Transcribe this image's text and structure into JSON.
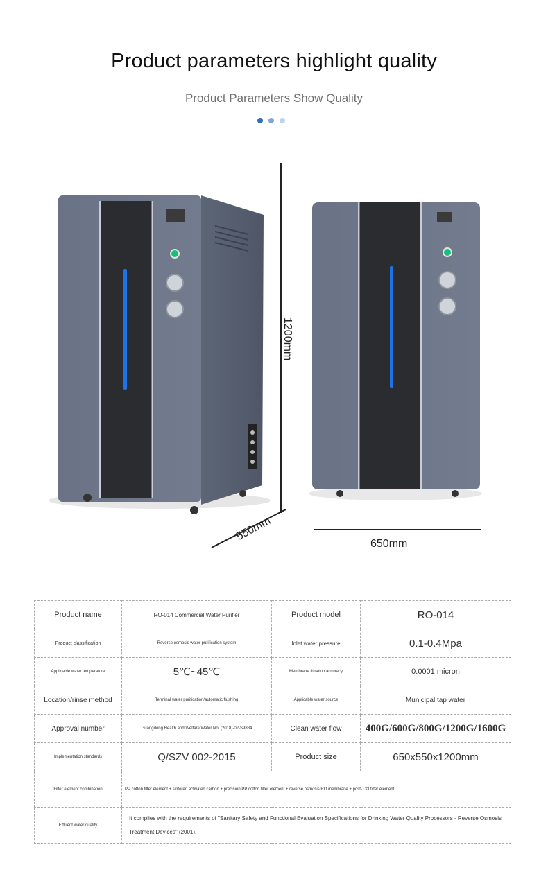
{
  "header": {
    "title": "Product parameters highlight quality",
    "subtitle": "Product Parameters Show Quality",
    "dot_colors": [
      "#2f6fbf",
      "#7fa7d9",
      "#bcd2ee"
    ]
  },
  "dimensions": {
    "height": "1200mm",
    "depth": "550mm",
    "width": "650mm"
  },
  "colors": {
    "cabinet": "#6e7788",
    "panel": "#2b2c30",
    "indicator": "#1e73e6",
    "highlight": "#d1121b"
  },
  "spec_table": {
    "rows": [
      [
        "Product name",
        "RO-014 Commercial Water Purifier",
        "Product model",
        "RO-014"
      ],
      [
        "Product classification",
        "Reverse osmosis water purification system",
        "Inlet water pressure",
        "0.1-0.4Mpa"
      ],
      [
        "Applicable water temperature",
        "5℃~45℃",
        "Membrane filtration accuracy",
        "0.0001 micron"
      ],
      [
        "Location/rinse method",
        "Terminal water purification/automatic flushing",
        "Applicable water source",
        "Municipal tap water"
      ],
      [
        "Approval number",
        "Guangdong Health and Welfare Water No. (2018)-02-S9884",
        "Clean water flow",
        "400G/600G/800G/1200G/1600G"
      ],
      [
        "Implementation standards",
        "Q/SZV 002-2015",
        "Product size",
        "650x550x1200mm"
      ]
    ],
    "wide_rows": [
      [
        "Filter element combination",
        "PP cotton filter element + sintered activated carbon + precision PP cotton filter element + reverse osmosis RO membrane + post-T33 filter element"
      ],
      [
        "Effluent water quality",
        "It complies with the requirements of \"Sanitary Safety and Functional Evaluation Specifications for Drinking Water Quality Processors - Reverse Osmosis Treatment Devices\" (2001)."
      ]
    ]
  }
}
